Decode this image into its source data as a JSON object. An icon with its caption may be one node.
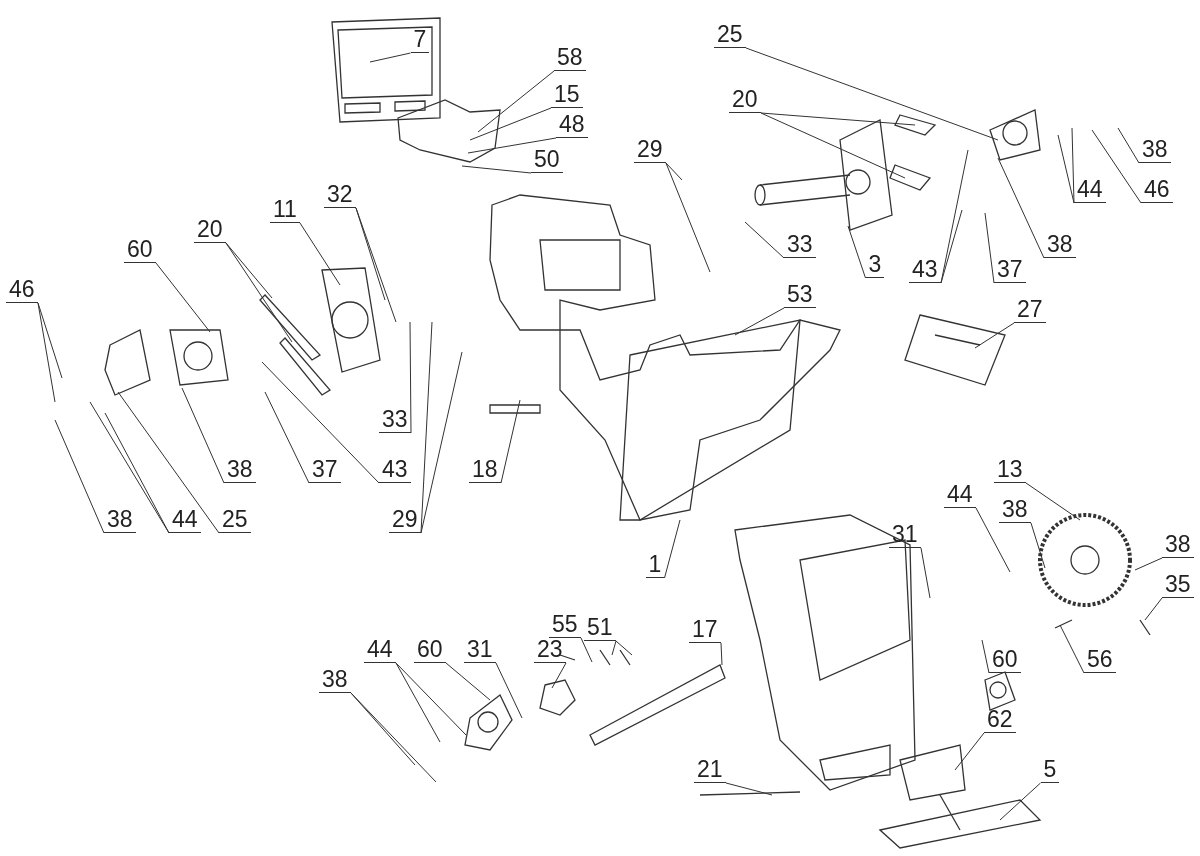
{
  "diagram": {
    "nodes": [
      {
        "text": [
          "7"
        ]
      },
      {
        "text": [
          "58"
        ]
      },
      {
        "text": [
          "15"
        ]
      },
      {
        "text": [
          "48"
        ]
      },
      {
        "text": [
          "50"
        ]
      },
      {
        "text": [
          "25"
        ]
      },
      {
        "text": [
          "20"
        ]
      },
      {
        "text": [
          "29"
        ]
      },
      {
        "text": [
          "38"
        ]
      },
      {
        "text": [
          "44"
        ]
      },
      {
        "text": [
          "46"
        ]
      },
      {
        "text": [
          "38"
        ]
      },
      {
        "text": [
          "33"
        ]
      },
      {
        "text": [
          "3"
        ]
      },
      {
        "text": [
          "43"
        ]
      },
      {
        "text": [
          "37"
        ]
      },
      {
        "text": [
          "11"
        ]
      },
      {
        "text": [
          "32"
        ]
      },
      {
        "text": [
          "20"
        ]
      },
      {
        "text": [
          "60"
        ]
      },
      {
        "text": [
          "46"
        ]
      },
      {
        "text": [
          "53"
        ]
      },
      {
        "text": [
          "27"
        ]
      },
      {
        "text": [
          "33"
        ]
      },
      {
        "text": [
          "38"
        ]
      },
      {
        "text": [
          "37"
        ]
      },
      {
        "text": [
          "43"
        ]
      },
      {
        "text": [
          "18"
        ]
      },
      {
        "text": [
          "13"
        ]
      },
      {
        "text": [
          "44"
        ]
      },
      {
        "text": [
          "38"
        ]
      },
      {
        "text": [
          "38"
        ]
      },
      {
        "text": [
          "44"
        ]
      },
      {
        "text": [
          "25"
        ]
      },
      {
        "text": [
          "29"
        ]
      },
      {
        "text": [
          "31"
        ]
      },
      {
        "text": [
          "38"
        ]
      },
      {
        "text": [
          "1"
        ]
      },
      {
        "text": [
          "35"
        ]
      },
      {
        "text": [
          "55"
        ]
      },
      {
        "text": [
          "51"
        ]
      },
      {
        "text": [
          "17"
        ]
      },
      {
        "text": [
          "23"
        ]
      },
      {
        "text": [
          "31"
        ]
      },
      {
        "text": [
          "60"
        ]
      },
      {
        "text": [
          "44"
        ]
      },
      {
        "text": [
          "60"
        ]
      },
      {
        "text": [
          "56"
        ]
      },
      {
        "text": [
          "38"
        ]
      },
      {
        "text": [
          "62"
        ]
      },
      {
        "text": [
          "21"
        ]
      },
      {
        "text": [
          "5"
        ]
      }
    ],
    "edges": [
      {
        "from": 0,
        "to": null,
        "arrow": "none"
      },
      {
        "from": 1,
        "to": null,
        "arrow": "none"
      },
      {
        "from": 2,
        "to": null,
        "arrow": "none"
      },
      {
        "from": 3,
        "to": null,
        "arrow": "none"
      },
      {
        "from": 4,
        "to": null,
        "arrow": "none"
      },
      {
        "from": 5,
        "to": null,
        "arrow": "none"
      },
      {
        "from": 6,
        "to": null,
        "arrow": "none"
      },
      {
        "from": 6,
        "to": null,
        "arrow": "none"
      },
      {
        "from": 7,
        "to": null,
        "arrow": "none"
      },
      {
        "from": 7,
        "to": null,
        "arrow": "none"
      },
      {
        "from": 8,
        "to": null,
        "arrow": "none"
      },
      {
        "from": 9,
        "to": null,
        "arrow": "none"
      },
      {
        "from": 9,
        "to": null,
        "arrow": "none"
      },
      {
        "from": 10,
        "to": null,
        "arrow": "none"
      },
      {
        "from": 11,
        "to": null,
        "arrow": "none"
      },
      {
        "from": 12,
        "to": null,
        "arrow": "none"
      },
      {
        "from": 13,
        "to": null,
        "arrow": "none"
      },
      {
        "from": 14,
        "to": null,
        "arrow": "none"
      },
      {
        "from": 14,
        "to": null,
        "arrow": "none"
      },
      {
        "from": 15,
        "to": null,
        "arrow": "none"
      },
      {
        "from": 16,
        "to": null,
        "arrow": "none"
      },
      {
        "from": 17,
        "to": null,
        "arrow": "none"
      },
      {
        "from": 17,
        "to": null,
        "arrow": "none"
      },
      {
        "from": 18,
        "to": null,
        "arrow": "none"
      },
      {
        "from": 18,
        "to": null,
        "arrow": "none"
      },
      {
        "from": 19,
        "to": null,
        "arrow": "none"
      },
      {
        "from": 20,
        "to": null,
        "arrow": "none"
      },
      {
        "from": 20,
        "to": null,
        "arrow": "none"
      },
      {
        "from": 21,
        "to": null,
        "arrow": "none"
      },
      {
        "from": 22,
        "to": null,
        "arrow": "none"
      },
      {
        "from": 23,
        "to": null,
        "arrow": "none"
      },
      {
        "from": 24,
        "to": null,
        "arrow": "none"
      },
      {
        "from": 25,
        "to": null,
        "arrow": "none"
      },
      {
        "from": 26,
        "to": null,
        "arrow": "none"
      },
      {
        "from": 27,
        "to": null,
        "arrow": "none"
      },
      {
        "from": 28,
        "to": null,
        "arrow": "none"
      },
      {
        "from": 29,
        "to": null,
        "arrow": "none"
      },
      {
        "from": 30,
        "to": null,
        "arrow": "none"
      },
      {
        "from": 31,
        "to": null,
        "arrow": "none"
      },
      {
        "from": 32,
        "to": null,
        "arrow": "none"
      },
      {
        "from": 32,
        "to": null,
        "arrow": "none"
      },
      {
        "from": 33,
        "to": null,
        "arrow": "none"
      },
      {
        "from": 34,
        "to": null,
        "arrow": "none"
      },
      {
        "from": 34,
        "to": null,
        "arrow": "none"
      },
      {
        "from": 35,
        "to": null,
        "arrow": "none"
      },
      {
        "from": 36,
        "to": null,
        "arrow": "none"
      },
      {
        "from": 37,
        "to": null,
        "arrow": "none"
      },
      {
        "from": 38,
        "to": null,
        "arrow": "none"
      },
      {
        "from": 39,
        "to": null,
        "arrow": "none"
      },
      {
        "from": 40,
        "to": null,
        "arrow": "none"
      },
      {
        "from": 40,
        "to": null,
        "arrow": "none"
      },
      {
        "from": 41,
        "to": null,
        "arrow": "none"
      },
      {
        "from": 42,
        "to": null,
        "arrow": "none"
      },
      {
        "from": 43,
        "to": null,
        "arrow": "none"
      },
      {
        "from": 44,
        "to": null,
        "arrow": "none"
      },
      {
        "from": 45,
        "to": null,
        "arrow": "none"
      },
      {
        "from": 45,
        "to": null,
        "arrow": "none"
      },
      {
        "from": 46,
        "to": null,
        "arrow": "none"
      },
      {
        "from": 47,
        "to": null,
        "arrow": "none"
      },
      {
        "from": 48,
        "to": null,
        "arrow": "none"
      },
      {
        "from": 48,
        "to": null,
        "arrow": "none"
      },
      {
        "from": 49,
        "to": null,
        "arrow": "none"
      },
      {
        "from": 50,
        "to": null,
        "arrow": "none"
      },
      {
        "from": 51,
        "to": null,
        "arrow": "none"
      }
    ]
  }
}
